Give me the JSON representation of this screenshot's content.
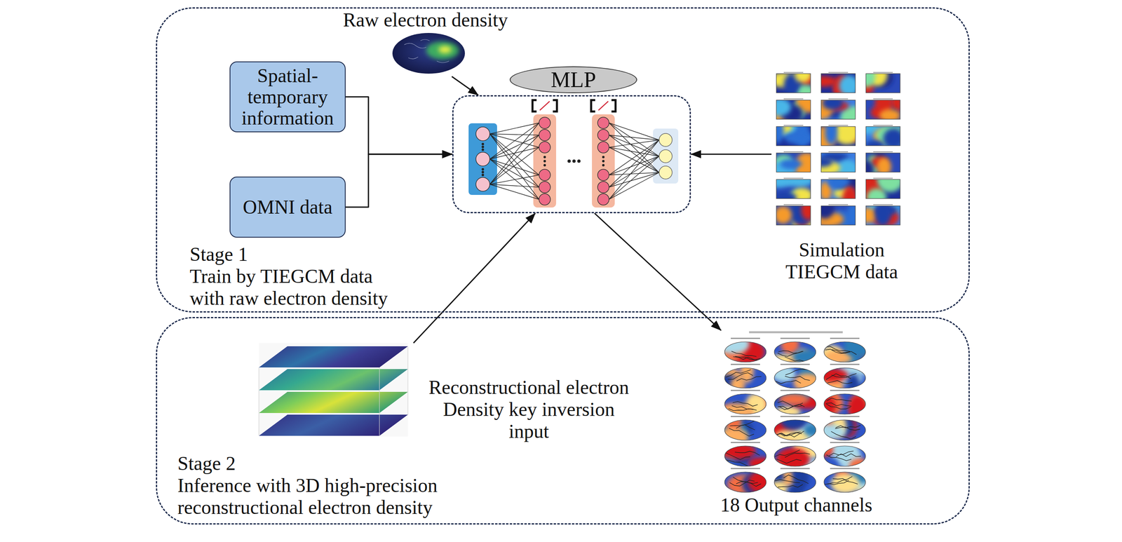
{
  "diagram": {
    "nodes": [
      {
        "text": [
          "Stage 1",
          "Train by TIEGCM data with raw electron density"
        ]
      },
      {
        "text": [
          "Raw electron density"
        ],
        "in": 0
      },
      {
        "text": [
          "Spatial- temporary information"
        ],
        "in": 0
      },
      {
        "text": [
          "MLP"
        ],
        "in": 0
      },
      {
        "text": [
          "OMNI data"
        ],
        "in": 0
      },
      {
        "text": [
          "Simulation TIEGCM data"
        ],
        "in": 0
      },
      {
        "text": [
          "Stage 2",
          "Inference with 3D high-precision reconstructional electron density"
        ]
      },
      {
        "text": [
          "Reconstructional electron Density key inversion input"
        ],
        "in": 6
      },
      {
        "text": [
          "18 Output channels"
        ],
        "in": 6
      }
    ],
    "edges": [
      {
        "from": 1,
        "to": 3,
        "arrow": "to"
      },
      {
        "from": 2,
        "to": 3,
        "arrow": "to"
      },
      {
        "from": 4,
        "to": 3,
        "arrow": "to"
      },
      {
        "from": 5,
        "to": 3,
        "arrow": "to"
      },
      {
        "from": 7,
        "to": 3,
        "arrow": "to"
      },
      {
        "from": 3,
        "to": 8,
        "arrow": "to"
      }
    ]
  }
}
